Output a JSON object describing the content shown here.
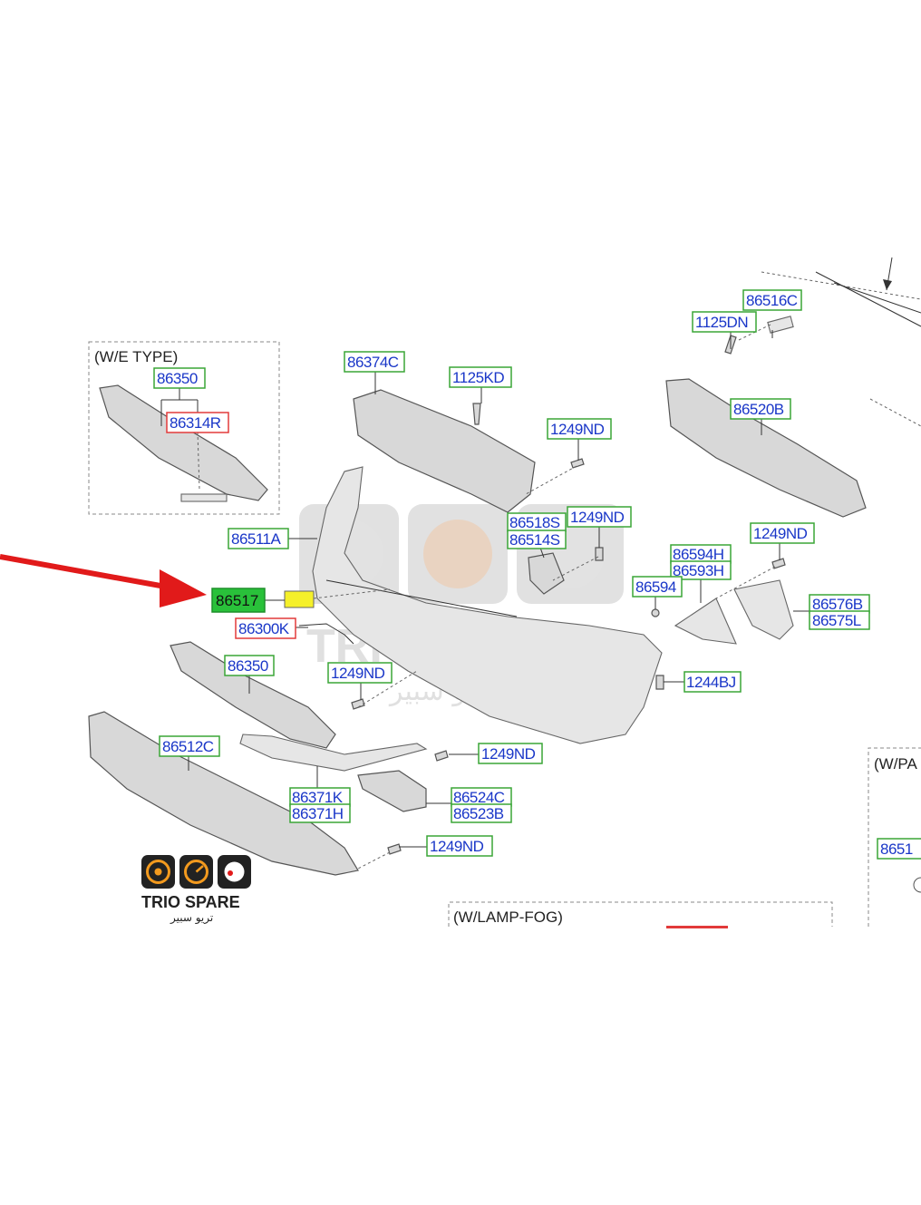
{
  "captions": {
    "we_type": "(W/E TYPE)",
    "lamp_fog": "(W/LAMP-FOG)",
    "w_pa": "(W/PA"
  },
  "parts": {
    "p86516c": "86516C",
    "p1125dn": "1125DN",
    "p86374c": "86374C",
    "p1125kd": "1125KD",
    "p86350a": "86350",
    "p86314r": "86314R",
    "p86520b": "86520B",
    "p1249nd_a": "1249ND",
    "p86518s": "86518S",
    "p86514s": "86514S",
    "p1249nd_b": "1249ND",
    "p86511a": "86511A",
    "p1249nd_c": "1249ND",
    "p86594h": "86594H",
    "p86593h": "86593H",
    "p86594": "86594",
    "p86576b": "86576B",
    "p86575l": "86575L",
    "p86517": "86517",
    "p86300k": "86300K",
    "p86350b": "86350",
    "p1249nd_d": "1249ND",
    "p1244bj": "1244BJ",
    "p86512c": "86512C",
    "p1249nd_e": "1249ND",
    "p86371k": "86371K",
    "p86371h": "86371H",
    "p86524c": "86524C",
    "p86523b": "86523B",
    "p1249nd_f": "1249ND",
    "p8651": "8651"
  },
  "brand": {
    "name": "TRIO SPARE",
    "arabic": "تريو سبير"
  },
  "colors": {
    "label_green": "#3aa637",
    "label_red": "#e23a3a",
    "part_text": "#1a37c8",
    "arrow": "#e11a1a",
    "highlight_green": "#29c13a",
    "highlight_yellow": "#f5f02a"
  }
}
